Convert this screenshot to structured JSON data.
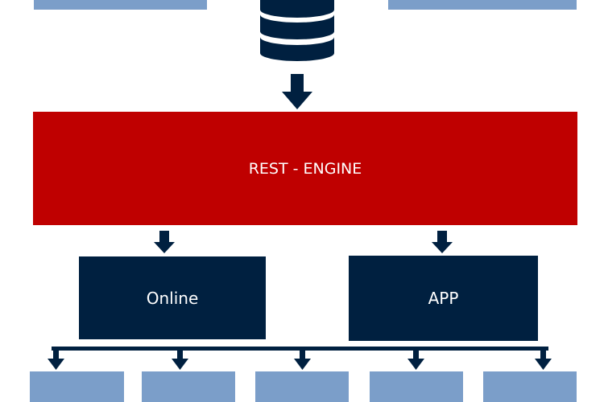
{
  "diagram": {
    "engine": {
      "label": "REST - ENGINE"
    },
    "outputs": [
      {
        "label": "Online"
      },
      {
        "label": "APP"
      }
    ]
  },
  "colors": {
    "engine": "#bf0000",
    "dark_box": "#002040",
    "light_box": "#7b9ec9",
    "arrow": "#002040",
    "database": "#002040"
  },
  "icons": {
    "database": "database-icon",
    "arrow": "arrow-down-icon"
  }
}
